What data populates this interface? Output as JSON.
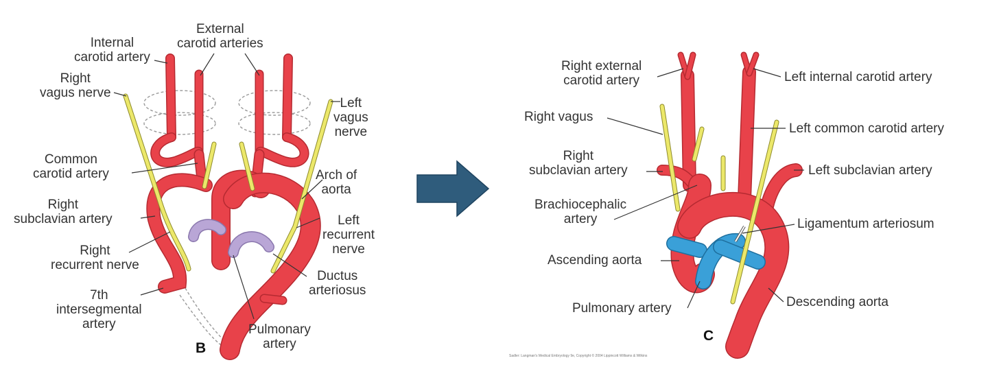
{
  "diagram_b": {
    "letter": "B",
    "labels": {
      "internal_carotid": "Internal\ncarotid artery",
      "external_carotid": "External\ncarotid arteries",
      "right_vagus": "Right\nvagus nerve",
      "left_vagus": "Left\nvagus\nnerve",
      "common_carotid": "Common\ncarotid artery",
      "arch_of_aorta": "Arch of\naorta",
      "right_subclavian": "Right\nsubclavian artery",
      "left_recurrent": "Left\nrecurrent\nnerve",
      "right_recurrent": "Right\nrecurrent nerve",
      "ductus": "Ductus\narteriosus",
      "seventh_intersegmental": "7th\nintersegmental\nartery",
      "pulmonary_artery": "Pulmonary\nartery"
    }
  },
  "diagram_c": {
    "letter": "C",
    "labels": {
      "right_external_carotid": "Right external\ncarotid artery",
      "left_internal_carotid": "Left internal carotid artery",
      "right_vagus": "Right vagus",
      "left_common_carotid": "Left common carotid artery",
      "right_subclavian": "Right\nsubclavian artery",
      "left_subclavian": "Left subclavian artery",
      "brachiocephalic": "Brachiocephalic\nartery",
      "ligamentum": "Ligamentum arteriosum",
      "ascending_aorta": "Ascending aorta",
      "pulmonary_artery": "Pulmonary artery",
      "descending_aorta": "Descending aorta"
    },
    "credit": "Sadler: Langman's Medical Embryology 9e, Copyright © 2004 Lippincott Williams & Wilkins"
  },
  "colors": {
    "artery": "#e8424a",
    "artery_dark": "#b52a31",
    "nerve": "#ece86a",
    "pulmonary_b": "#b9a6d6",
    "pulmonary_c": "#3aa0d8",
    "arrow": "#2f5c7c"
  }
}
